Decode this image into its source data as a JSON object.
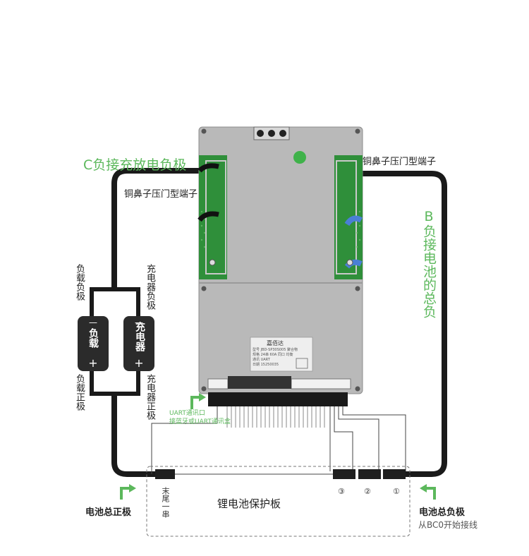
{
  "labels": {
    "c_negative": "C负接充放电负极",
    "b_negative": "B负接电池的总负",
    "lug_left": "铜鼻子压门型端子",
    "lug_right": "铜鼻子压门型端子",
    "load_negative": "负载负极",
    "load_positive": "负载正极",
    "charger_negative": "充电器负极",
    "charger_positive": "充电器正极",
    "load_device": "负载",
    "charger_device": "充电器",
    "uart_line1": "UART通讯口",
    "uart_line2": "接蓝牙或UART通讯盒",
    "battery_total_positive": "电池总正极",
    "battery_total_negative": "电池总负极",
    "start_from_bc0": "从BC0开始接线",
    "protection_board": "锂电池保护板",
    "last_series": "末尾一串",
    "cell_3": "③",
    "cell_2": "②",
    "cell_1": "①",
    "minus_sign": "—",
    "plus_sign": "+"
  },
  "sticker": {
    "brand": "嘉佰达",
    "line1": "型号 JBD-SP30S005 聚合物",
    "line2": "规格 24串 60A 同口 均衡",
    "line3": "通讯 UART",
    "line4": "日期 15250035"
  },
  "colors": {
    "accent_green": "#5cb85c",
    "board_metal": "#b9b9b9",
    "pcb_green": "#2f8f3a",
    "wire_black": "#1a1a1a",
    "cable_blue": "#4a7fd6"
  }
}
